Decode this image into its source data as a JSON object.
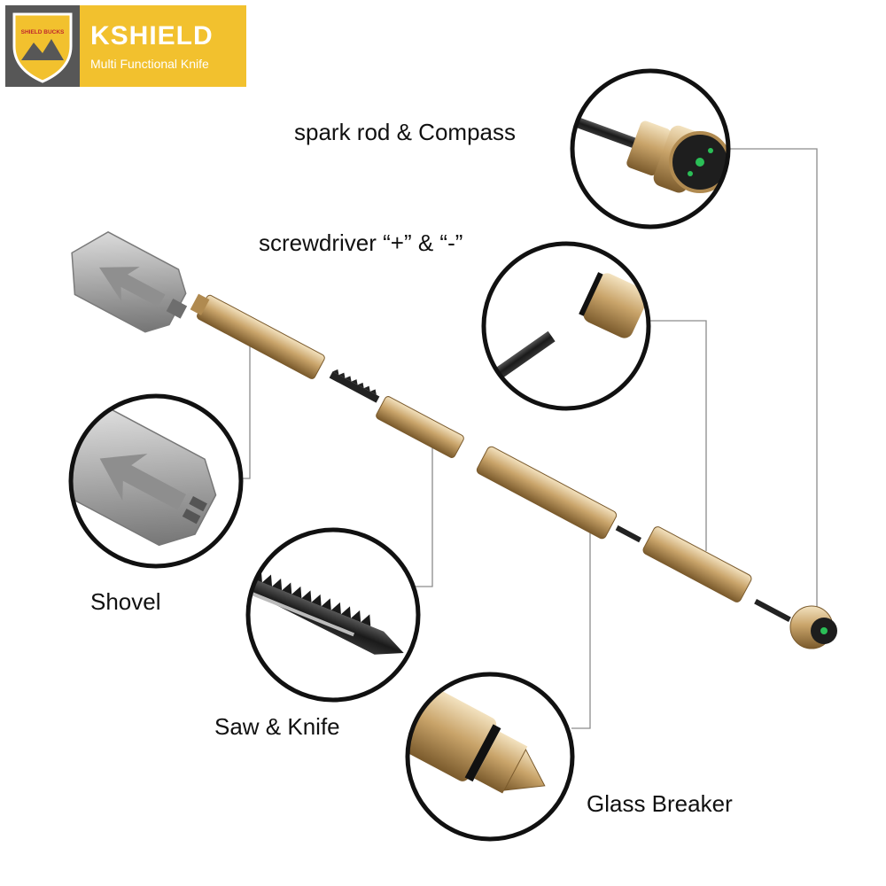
{
  "brand": {
    "shield_text": "SHIELD BUCKS",
    "name": "KSHIELD",
    "tagline": "Multi Functional Knife",
    "colors": {
      "yellow": "#f2c12e",
      "dark": "#575757",
      "accent_red": "#c0282d"
    }
  },
  "labels": {
    "spark_rod": "spark rod & Compass",
    "screwdriver": "screwdriver “+” & “-”",
    "shovel": "Shovel",
    "saw": "Saw & Knife",
    "glass": "Glass Breaker"
  },
  "colors": {
    "brass": "#c9a46a",
    "brass_dark": "#8a6a3a",
    "steel": "#a8a8a8",
    "line": "#888888"
  }
}
